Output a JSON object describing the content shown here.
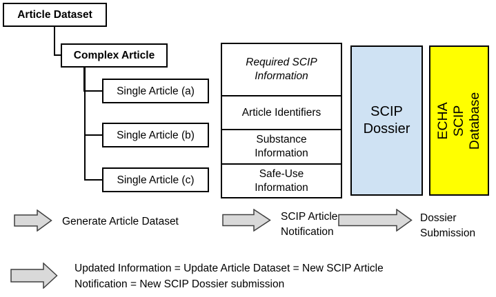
{
  "colors": {
    "dossier_box": "#CFE2F3",
    "database_box": "#FFFF00",
    "arrow_fill": "#D9D9D9",
    "arrow_stroke": "#3F3F3F"
  },
  "tree": {
    "root": "Article Dataset",
    "child": "Complex Article",
    "leaves": [
      "Single Article (a)",
      "Single Article (b)",
      "Single Article (c)"
    ]
  },
  "info_table": {
    "header": "Required SCIP Information",
    "rows": [
      "Article Identifiers",
      "Substance Information",
      "Safe-Use Information"
    ]
  },
  "dossier_box": {
    "label": "SCIP Dossier"
  },
  "database_box": {
    "label": "ECHA SCIP Database"
  },
  "flow_steps": [
    {
      "label": "Generate Article Dataset"
    },
    {
      "label": "SCIP Article Notification"
    },
    {
      "label": "Dossier Submission"
    }
  ],
  "update_note": {
    "line1": "Updated Information = Update Article Dataset = New SCIP Article",
    "line2": "Notification = New SCIP Dossier submission"
  }
}
